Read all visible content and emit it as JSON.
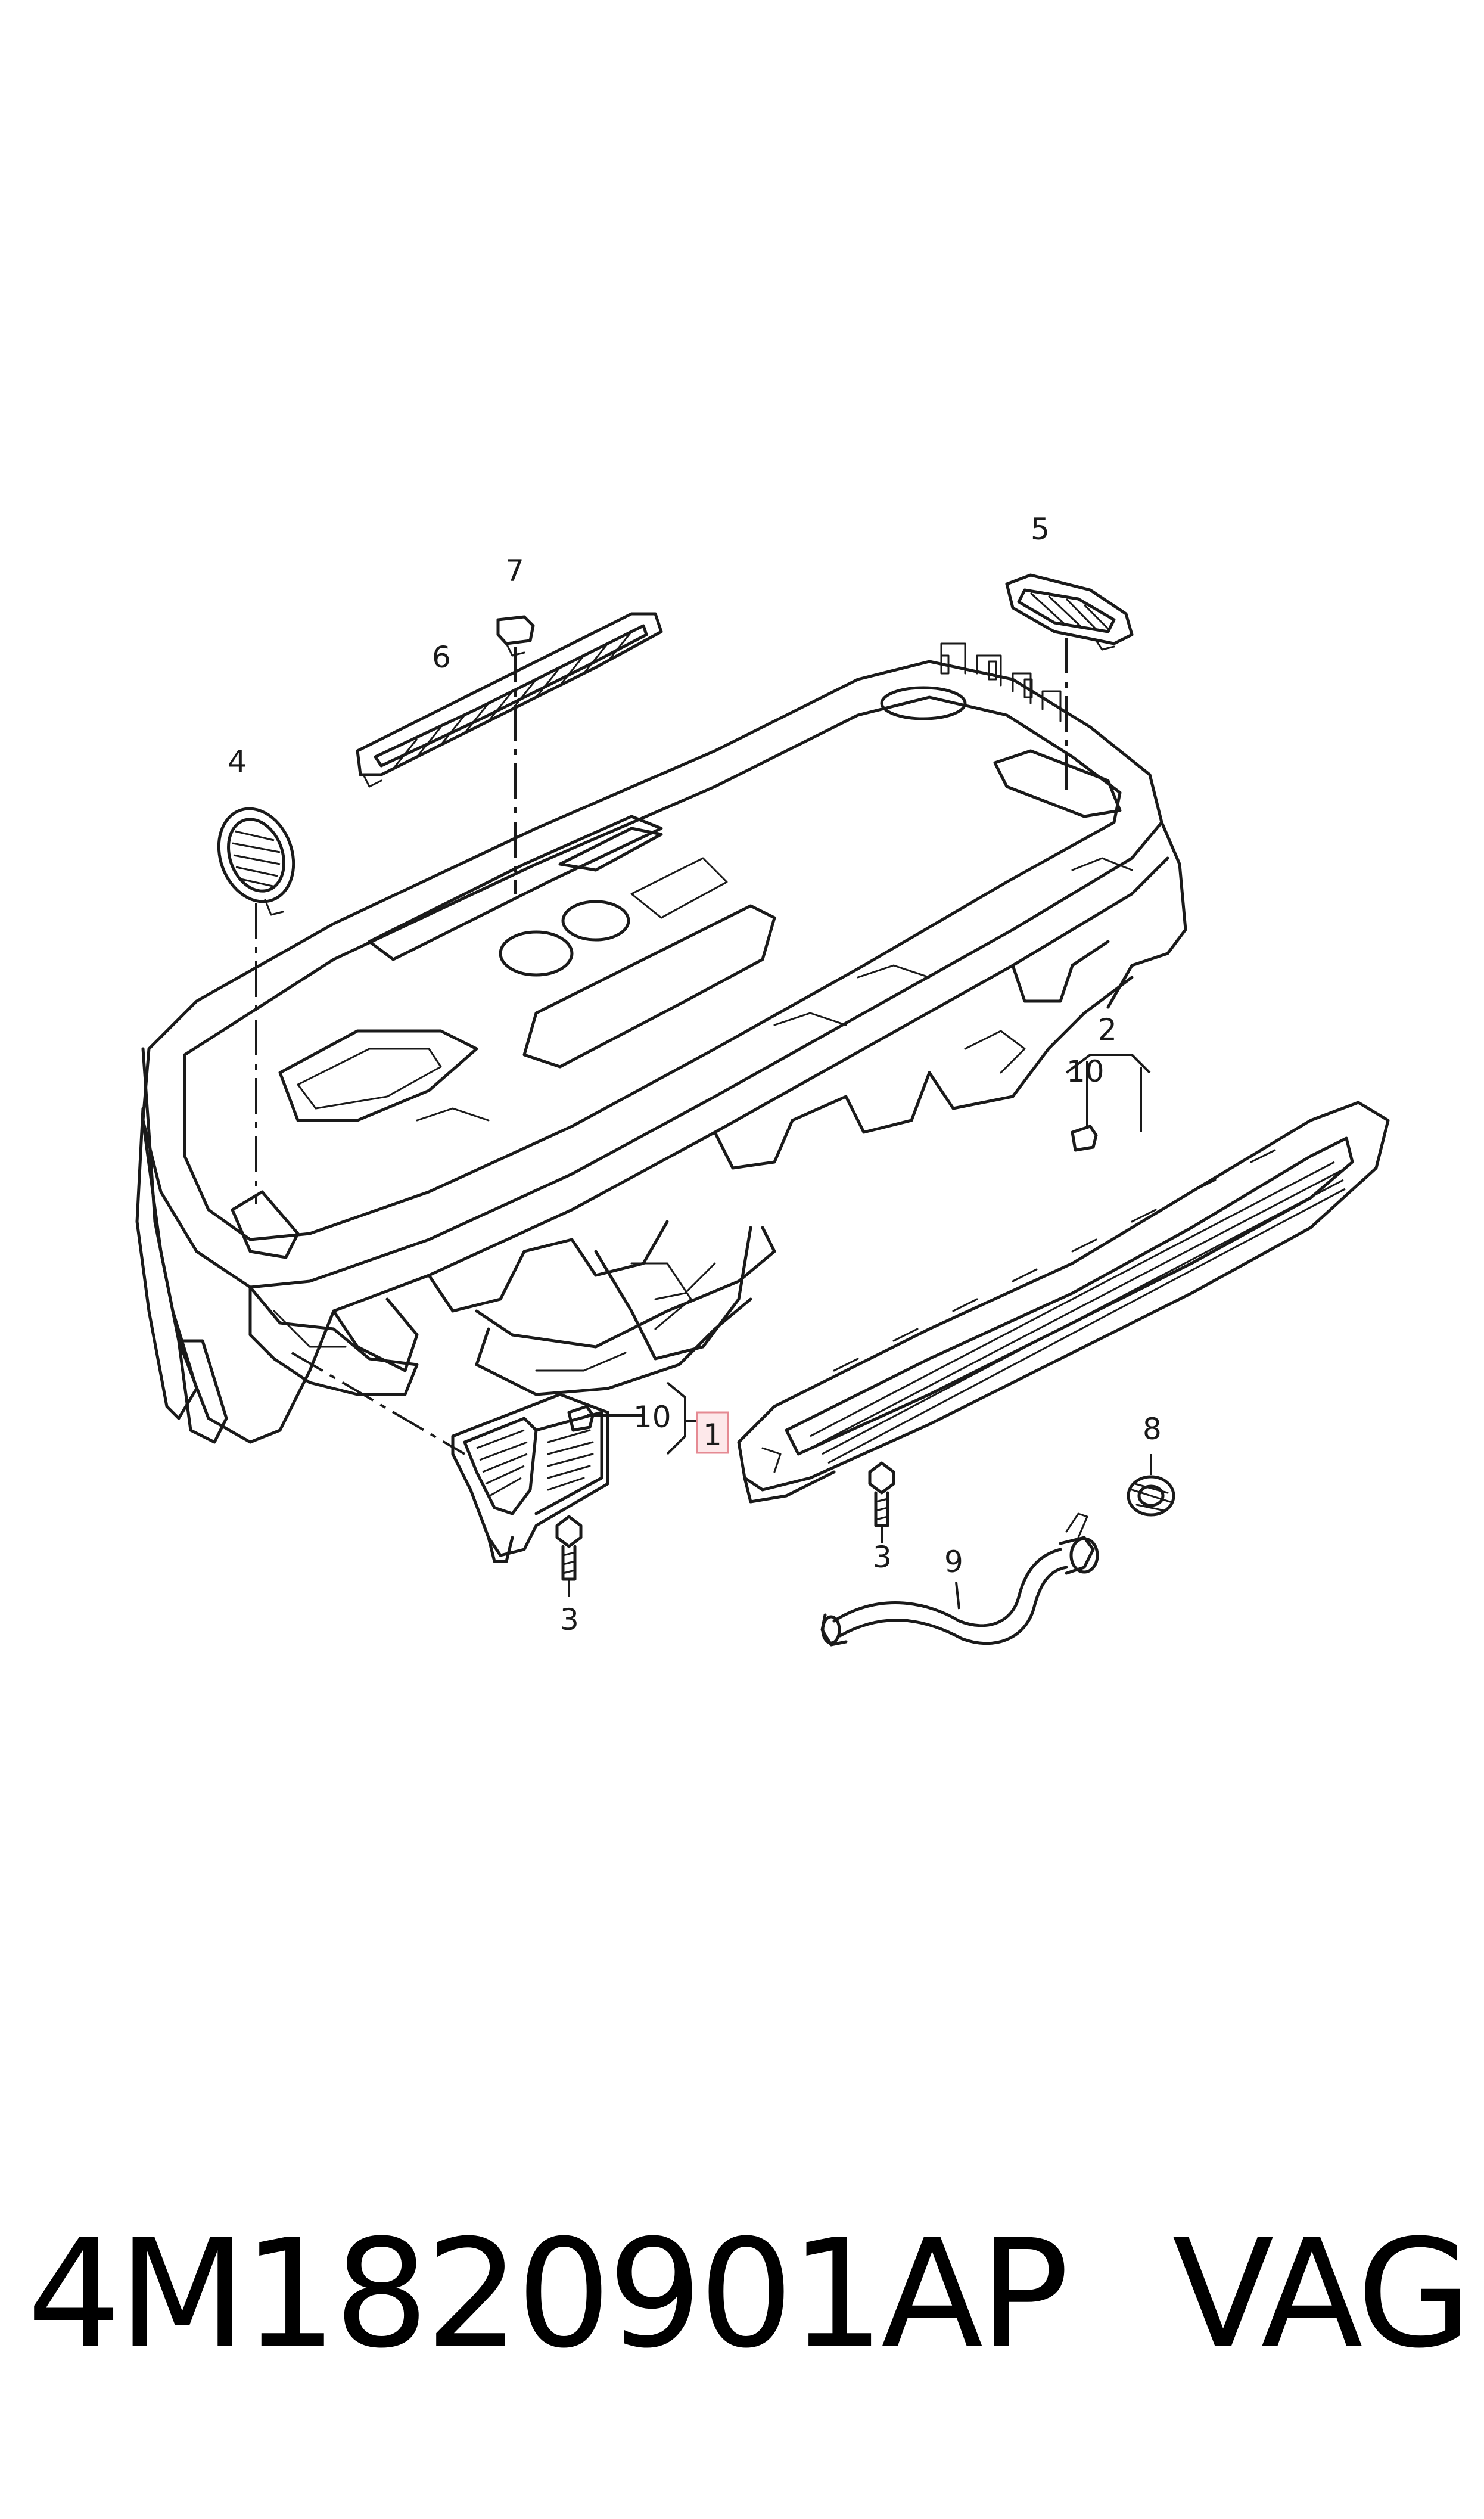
{
  "callouts": {
    "c1": "1",
    "c2": "2",
    "c3a": "3",
    "c3b": "3",
    "c4": "4",
    "c5": "5",
    "c6": "6",
    "c7": "7",
    "c8": "8",
    "c9": "9",
    "c10a": "10",
    "c10b": "10"
  },
  "footer": {
    "part_number": "4M1820901AP",
    "brand": "VAG"
  },
  "colors": {
    "line": "#1a1a1a",
    "highlight_fill": "#fde8ea",
    "highlight_stroke": "#e58a93"
  }
}
